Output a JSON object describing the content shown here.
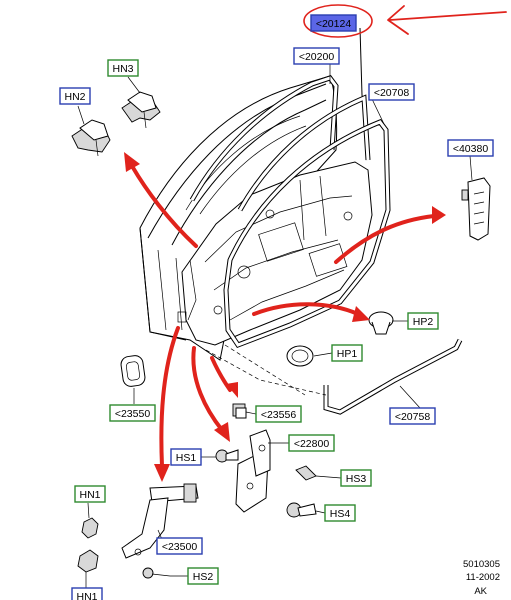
{
  "callouts": {
    "c20124": "<20124",
    "c20200": "<20200",
    "c20708": "<20708",
    "c40380": "<40380",
    "hn3": "HN3",
    "hn2": "HN2",
    "hp2": "HP2",
    "hp1": "HP1",
    "c23550": "<23550",
    "c23556": "<23556",
    "c20758": "<20758",
    "hs1": "HS1",
    "c22800": "<22800",
    "hs3": "HS3",
    "hs4": "HS4",
    "hn1a": "HN1",
    "c23500": "<23500",
    "hs2": "HS2",
    "hn1b": "HN1"
  },
  "footer": {
    "ref": "5010305",
    "date": "11-2002",
    "code": "AK"
  },
  "colors": {
    "annotation_red": "#e0231c",
    "callout_blue": "#2a3fb0",
    "callout_green": "#2f8a2f",
    "highlight_fill": "#5b66e6"
  }
}
